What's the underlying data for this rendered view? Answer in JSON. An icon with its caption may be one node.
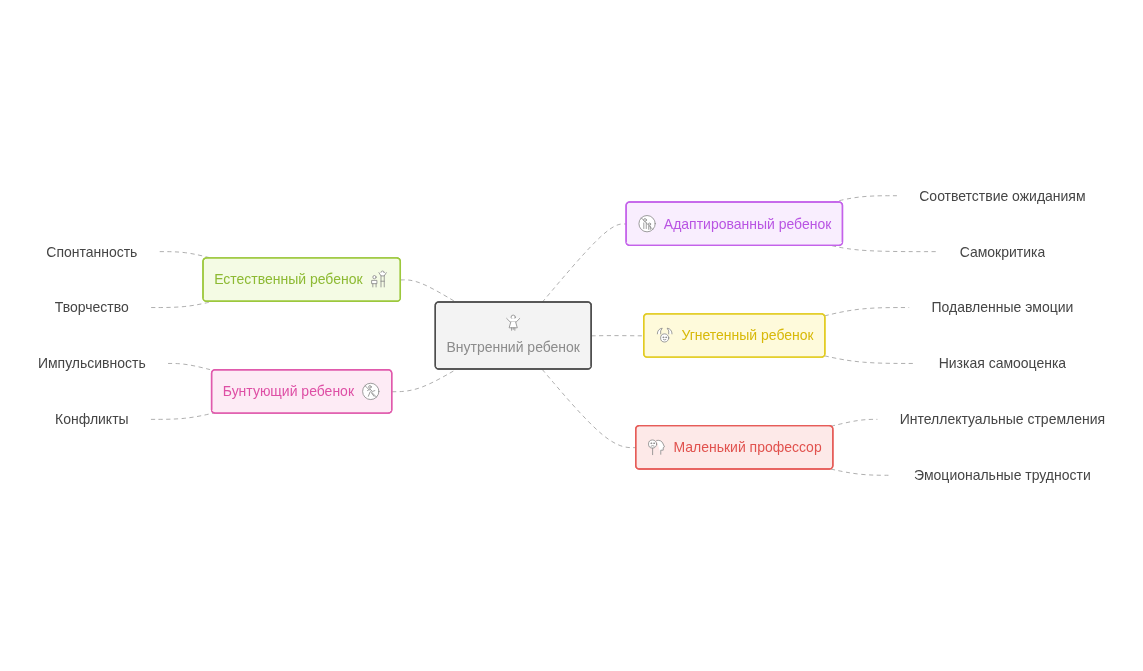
{
  "diagram": {
    "nodes": [
      {
        "text": [
          "Внутренний ребенок"
        ]
      },
      {
        "text": [
          "Естественный ребенок"
        ]
      },
      {
        "text": [
          "Спонтанность"
        ]
      },
      {
        "text": [
          "Творчество"
        ]
      },
      {
        "text": [
          "Адаптированный ребенок"
        ]
      },
      {
        "text": [
          "Соответствие ожиданиям"
        ]
      },
      {
        "text": [
          "Самокритика"
        ]
      },
      {
        "text": [
          "Бунтующий ребенок"
        ]
      },
      {
        "text": [
          "Импульсивность"
        ]
      },
      {
        "text": [
          "Конфликты"
        ]
      },
      {
        "text": [
          "Угнетенный ребенок"
        ]
      },
      {
        "text": [
          "Подавленные эмоции"
        ]
      },
      {
        "text": [
          "Низкая самооценка"
        ]
      },
      {
        "text": [
          "Маленький профессор"
        ]
      },
      {
        "text": [
          "Интеллектуальные стремления"
        ]
      },
      {
        "text": [
          "Эмоциональные трудности"
        ]
      }
    ],
    "edges": [
      {
        "from": 1,
        "to": 0,
        "arrow": "none",
        "style": "dashed"
      },
      {
        "from": 2,
        "to": 1,
        "arrow": "none",
        "style": "dashed"
      },
      {
        "from": 3,
        "to": 1,
        "arrow": "none",
        "style": "dashed"
      },
      {
        "from": 0,
        "to": 4,
        "arrow": "none",
        "style": "dashed"
      },
      {
        "from": 4,
        "to": 5,
        "arrow": "none",
        "style": "dashed"
      },
      {
        "from": 4,
        "to": 6,
        "arrow": "none",
        "style": "dashed"
      },
      {
        "from": 7,
        "to": 0,
        "arrow": "none",
        "style": "dashed"
      },
      {
        "from": 8,
        "to": 7,
        "arrow": "none",
        "style": "dashed"
      },
      {
        "from": 9,
        "to": 7,
        "arrow": "none",
        "style": "dashed"
      },
      {
        "from": 0,
        "to": 10,
        "arrow": "none",
        "style": "dashed"
      },
      {
        "from": 10,
        "to": 11,
        "arrow": "none",
        "style": "dashed"
      },
      {
        "from": 10,
        "to": 12,
        "arrow": "none",
        "style": "dashed"
      },
      {
        "from": 0,
        "to": 13,
        "arrow": "none",
        "style": "dashed"
      },
      {
        "from": 13,
        "to": 14,
        "arrow": "none",
        "style": "dashed"
      },
      {
        "from": 13,
        "to": 15,
        "arrow": "none",
        "style": "dashed"
      }
    ]
  }
}
